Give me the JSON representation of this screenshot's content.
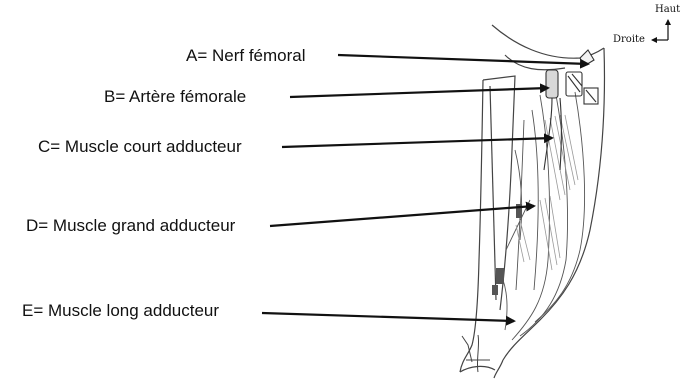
{
  "labels": {
    "a": "A= Nerf fémoral",
    "b": "B= Artère fémorale",
    "c": "C= Muscle court adducteur",
    "d": "D= Muscle grand adducteur",
    "e": "E= Muscle long adducteur"
  },
  "orientation": {
    "up": "Haut",
    "right": "Droite"
  },
  "colors": {
    "ink": "#111111",
    "drawing": "#444444",
    "shade": "#9a9a9a"
  }
}
